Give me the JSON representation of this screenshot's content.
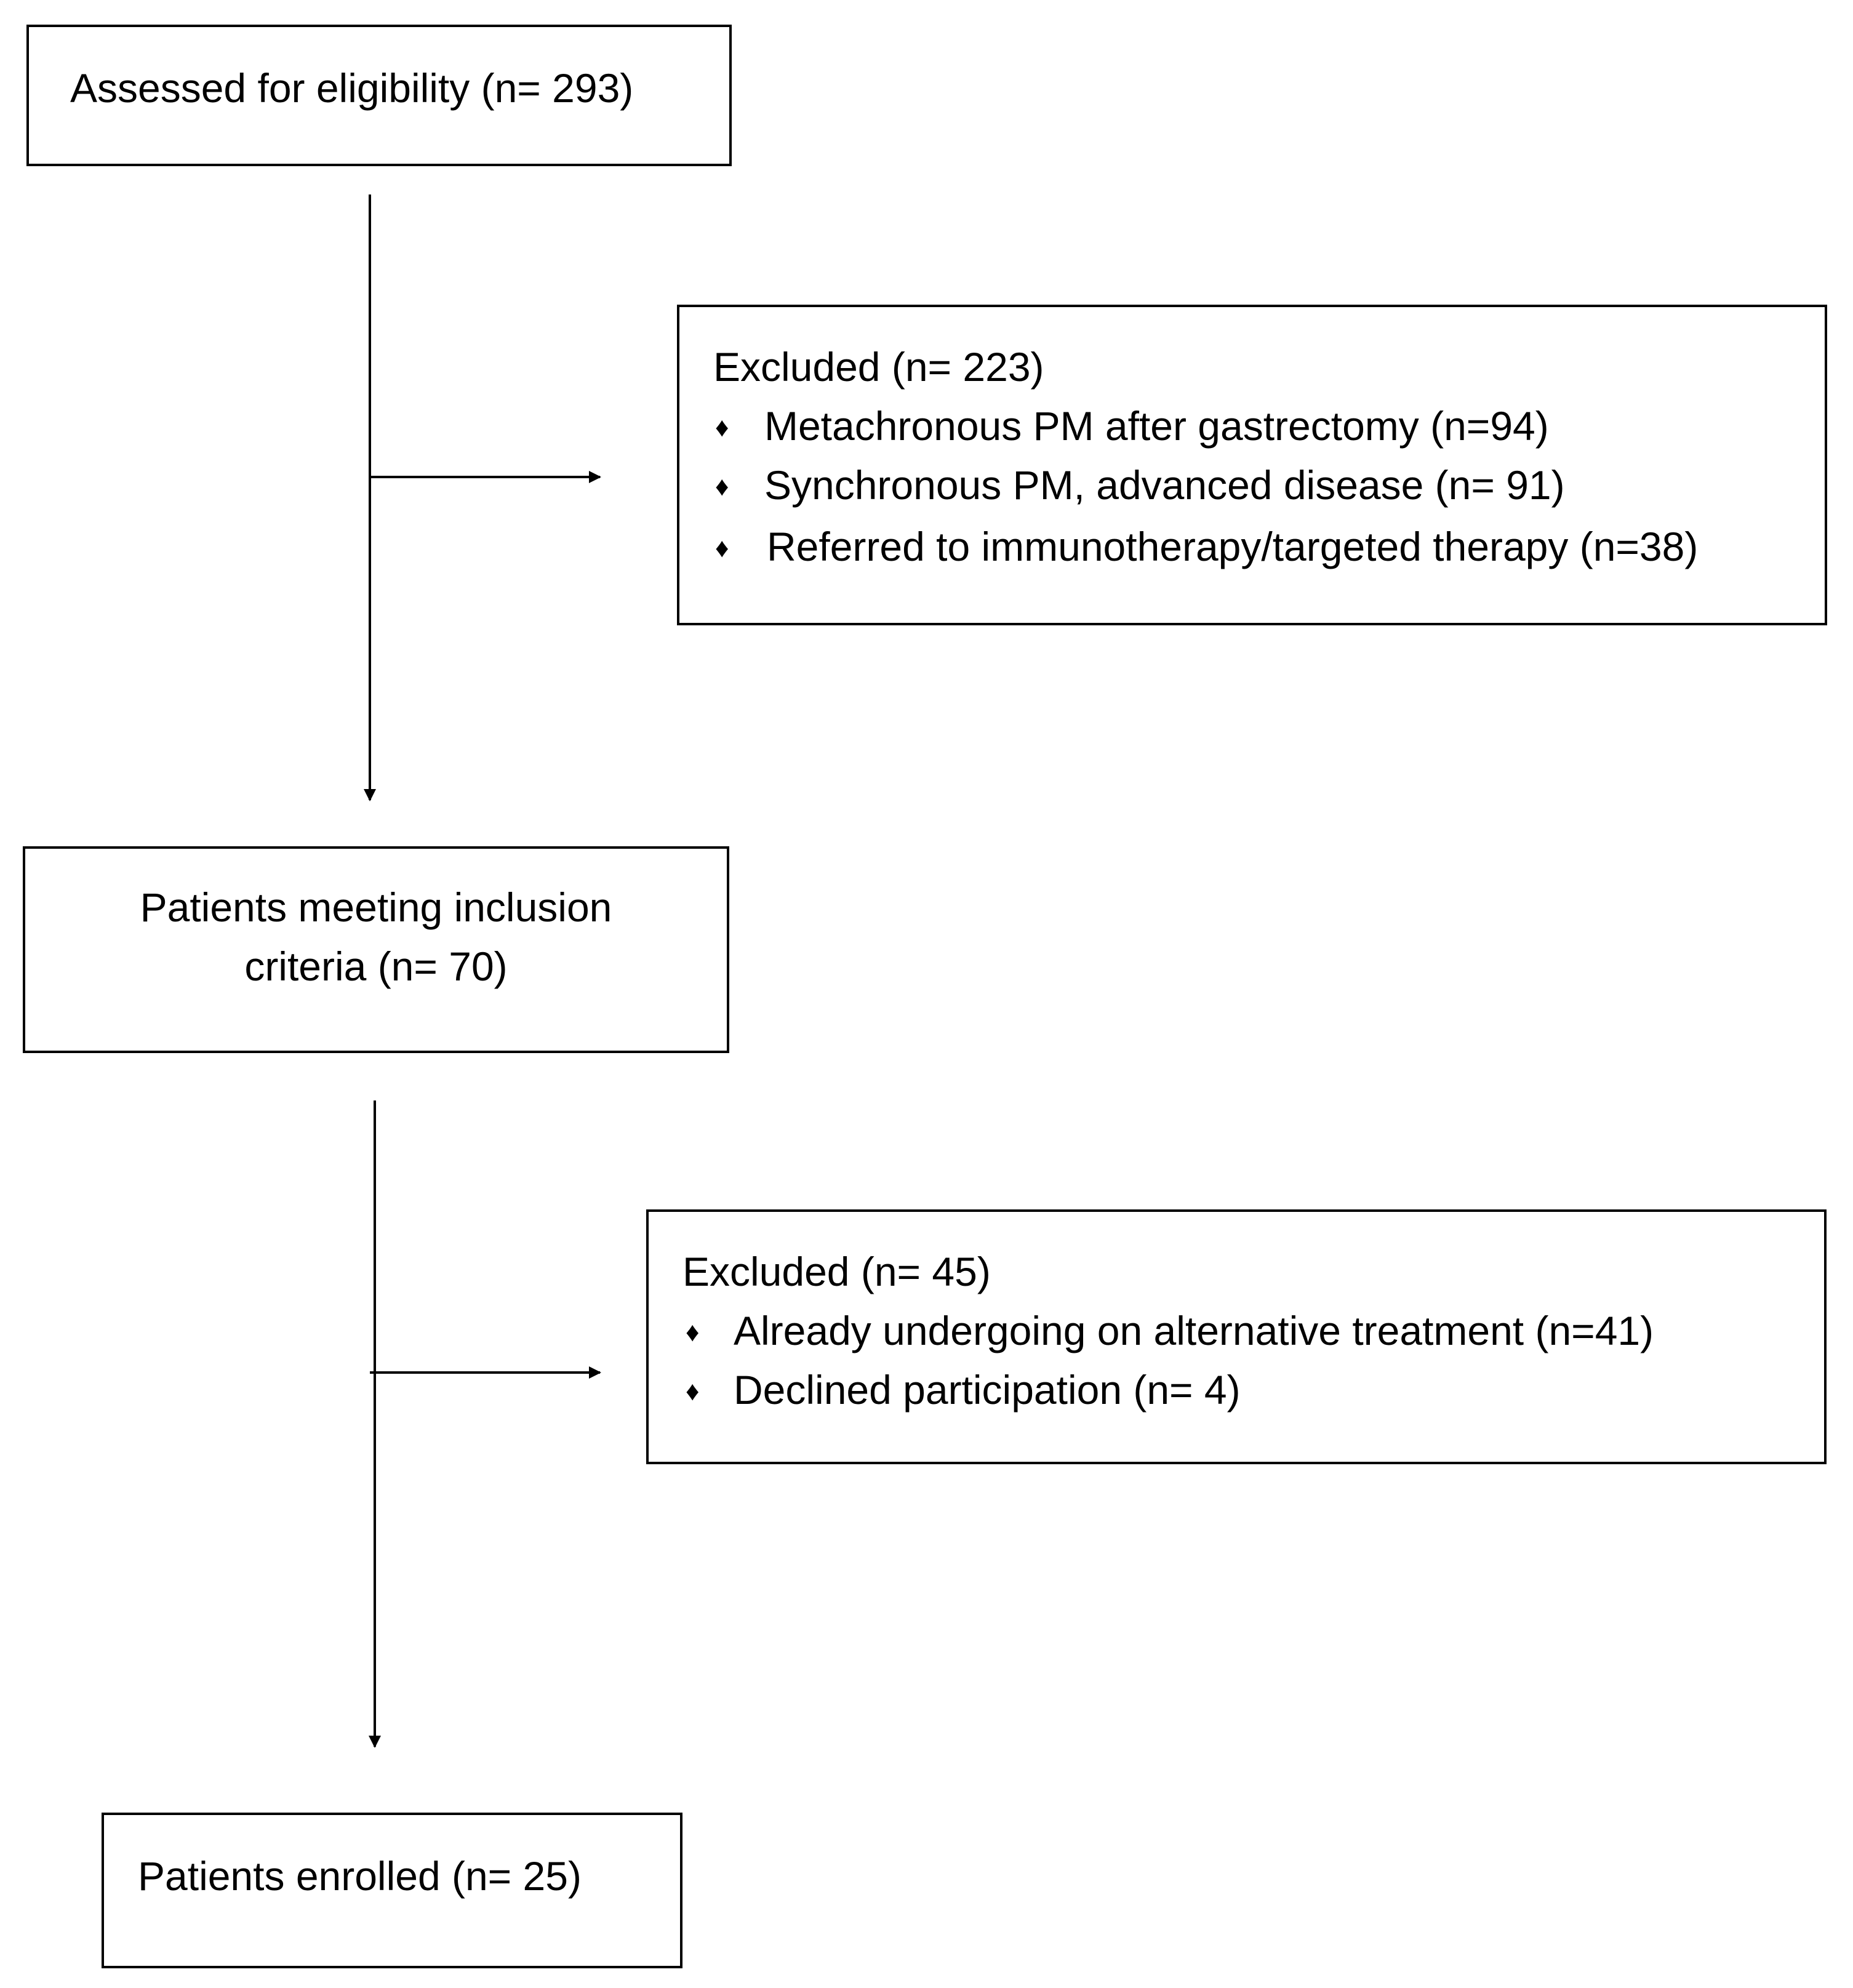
{
  "colors": {
    "line": "#000000",
    "background": "#ffffff",
    "text": "#000000"
  },
  "icons": {
    "bullet": "diamond-bullet-icon",
    "arrow": "arrowhead-icon"
  },
  "boxes": {
    "assessed": {
      "label": "Assessed for eligibility (n= 293)"
    },
    "excluded_1": {
      "title": "Excluded  (n= 223)",
      "items": [
        "Metachronous PM after gastrectomy (n=94)",
        "Synchronous PM, advanced disease (n= 91)",
        "Referred to immunotherapy/targeted therapy (n=38)"
      ]
    },
    "inclusion": {
      "line1": "Patients meeting  inclusion",
      "line2": "criteria (n= 70)"
    },
    "excluded_2": {
      "title": "Excluded  (n= 45)",
      "items": [
        "Already undergoing on alternative treatment (n=41)",
        "Declined participation (n= 4)"
      ]
    },
    "enrolled": {
      "label": "Patients enrolled (n= 25)"
    }
  }
}
